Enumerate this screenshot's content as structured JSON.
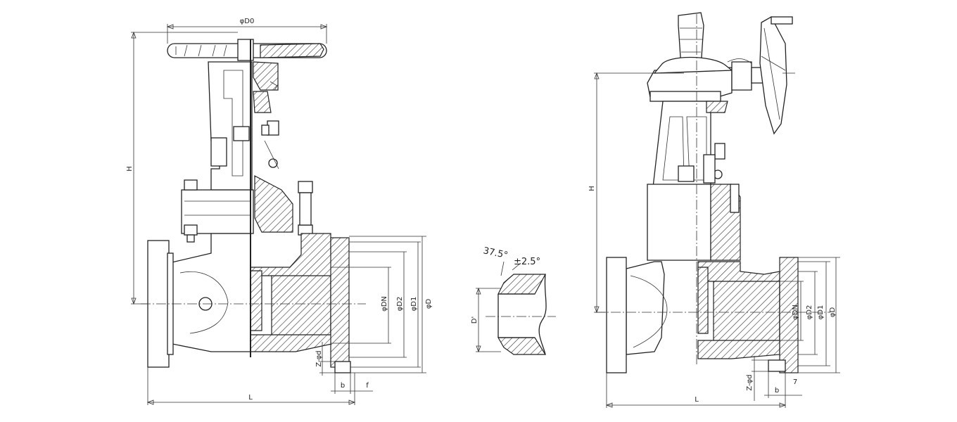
{
  "front_view": {
    "phi_D0": "φD0",
    "H": "H",
    "L": "L",
    "phi_DN": "φDN",
    "phi_D2": "φD2",
    "phi_D1": "φD1",
    "phi_D": "φD",
    "Z_phi_d": "Z-φd",
    "b": "b",
    "f": "f"
  },
  "detail_view": {
    "angle": "37.5°",
    "tolerance": "±2.5°",
    "D_prime": "D'"
  },
  "gear_view": {
    "H": "H",
    "L": "L",
    "phi_DN": "φDN",
    "phi_D2": "φD2",
    "phi_D1": "φD1",
    "phi_D": "φD",
    "Z_phi_d": "Z-φd",
    "b": "b",
    "seven": "7"
  }
}
